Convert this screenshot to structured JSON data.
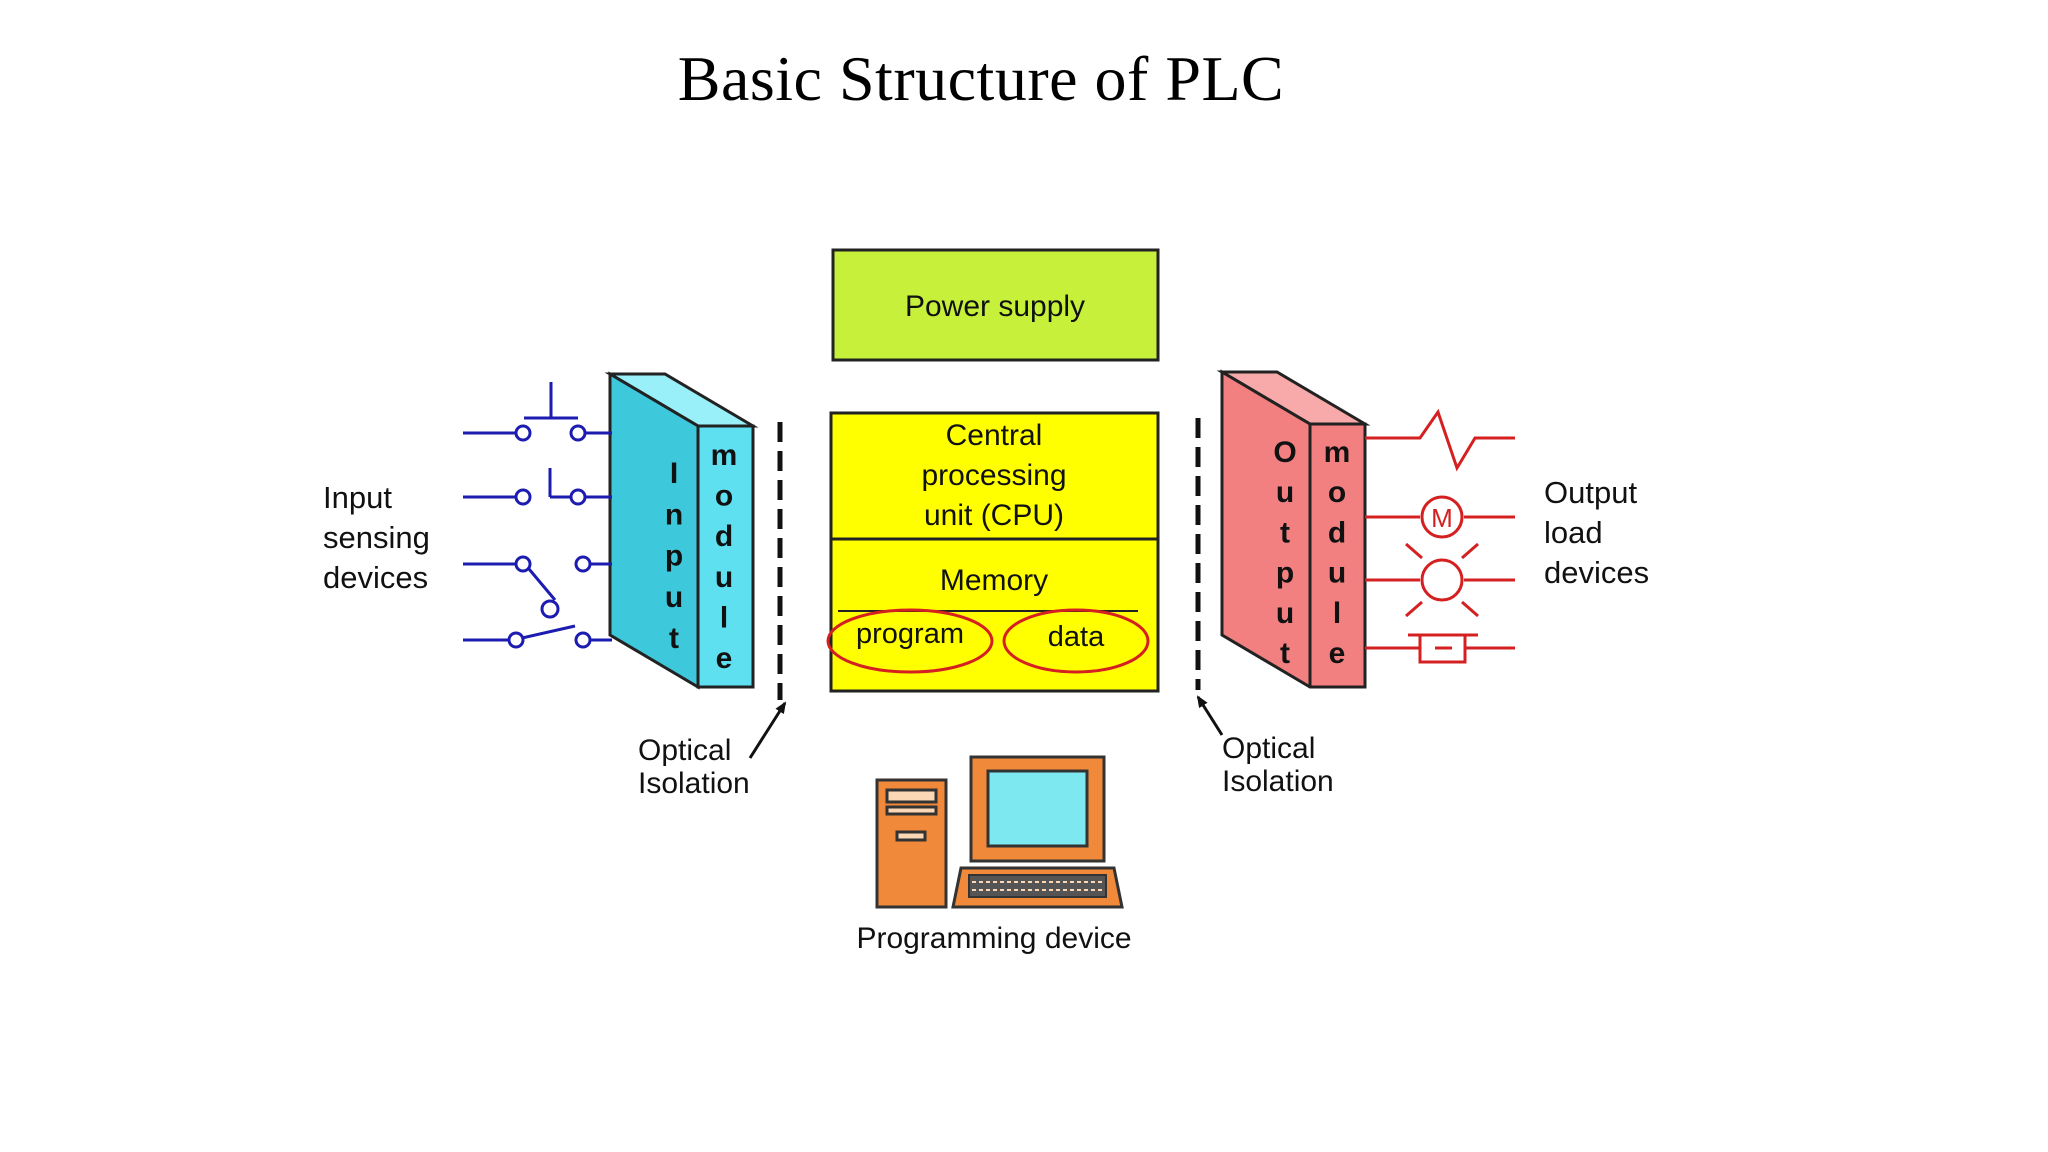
{
  "title": "Basic Structure of PLC",
  "blocks": {
    "power_supply": "Power supply",
    "cpu": [
      "Central",
      "processing",
      "unit (CPU)"
    ],
    "memory": "Memory",
    "program": "program",
    "data": "data",
    "programming_device": "Programming device"
  },
  "input_module": {
    "col1": [
      "I",
      "n",
      "p",
      "u",
      "t"
    ],
    "col2": [
      "m",
      "o",
      "d",
      "u",
      "l",
      "e"
    ]
  },
  "output_module": {
    "col1": [
      "O",
      "u",
      "t",
      "p",
      "u",
      "t"
    ],
    "col2": [
      "m",
      "o",
      "d",
      "u",
      "l",
      "e"
    ]
  },
  "labels": {
    "input_devices": [
      "Input",
      "sensing",
      "devices"
    ],
    "output_devices": [
      "Output",
      "load",
      "devices"
    ],
    "optical_isolation_left": [
      "Optical",
      "Isolation"
    ],
    "optical_isolation_right": [
      "Optical",
      "Isolation"
    ],
    "motor_symbol": "M"
  },
  "colors": {
    "power_supply": "#c6f03a",
    "cpu": "#ffff00",
    "input_module": "#5fe0f0",
    "output_module": "#f28080",
    "input_wiring": "#1c1cb0",
    "output_wiring": "#d42020",
    "ellipse": "#d42020",
    "computer": "#f08a3a",
    "screen": "#7de8f0"
  }
}
